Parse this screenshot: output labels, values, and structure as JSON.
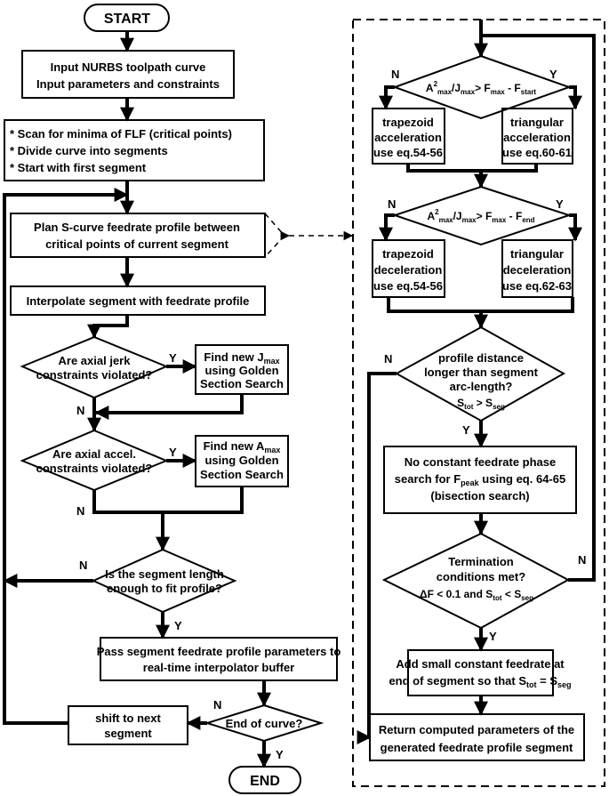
{
  "start": "START",
  "end": "END",
  "input_box": [
    "Input NURBS toolpath curve",
    "Input parameters and constraints"
  ],
  "scan_box": [
    "* Scan for minima of FLF (critical points)",
    "* Divide curve into segments",
    "* Start with first segment"
  ],
  "plan_box": [
    "Plan S-curve feedrate profile between",
    "critical points of current segment"
  ],
  "interp_box": "Interpolate segment with feedrate profile",
  "jerk_decision": [
    "Are axial jerk",
    "constraints violated?"
  ],
  "jerk_box": [
    "Find new J",
    "using Golden",
    "Section Search"
  ],
  "jerk_sub": "max",
  "accel_decision": [
    "Are axial accel.",
    "constraints violated?"
  ],
  "accel_box": [
    "Find new A",
    "using Golden",
    "Section Search"
  ],
  "accel_sub": "max",
  "length_decision": [
    "Is the segment length",
    "enough to fit profile?"
  ],
  "pass_box": [
    "Pass segment feedrate profile parameters to",
    "real-time interpolator buffer"
  ],
  "end_decision": "End of curve?",
  "shift_box": [
    "shift to next",
    "segment"
  ],
  "accel_choice_decision": {
    "A": "A",
    "sup": "2",
    "max": "max",
    "J": "/J",
    "gt": "> F",
    "minus": " - F",
    "start": "start"
  },
  "trap_accel": [
    "trapezoid",
    "acceleration",
    "use eq.54-56"
  ],
  "tri_accel": [
    "triangular",
    "acceleration",
    "use eq.60-61"
  ],
  "decel_choice_decision": {
    "end": "end"
  },
  "trap_decel": [
    "trapezoid",
    "deceleration",
    "use eq.54-56"
  ],
  "tri_decel": [
    "triangular",
    "deceleration",
    "use eq.62-63"
  ],
  "distance_decision": [
    "profile distance",
    "longer than segment",
    "arc-length?"
  ],
  "distance_cond": {
    "S": "S",
    "tot": "tot",
    "gt": " > S",
    "seg": "seg"
  },
  "bisection_box": [
    "No constant feedrate phase",
    "search for F",
    " using eq. 64-65",
    "(bisection search)"
  ],
  "bisection_sub": "peak",
  "termination_decision": [
    "Termination",
    "conditions met?"
  ],
  "termination_cond": {
    "df": "ΔF < 0.1 and  S",
    "tot": "tot",
    "lt": " < S",
    "seg": "seg"
  },
  "add_box": [
    "Add small constant feedrate  at",
    "end of segment so that S",
    "tot",
    " = S",
    "seg"
  ],
  "return_box": [
    "Return computed parameters of the",
    "generated feedrate profile segment"
  ],
  "labels": {
    "y": "Y",
    "n": "N"
  }
}
